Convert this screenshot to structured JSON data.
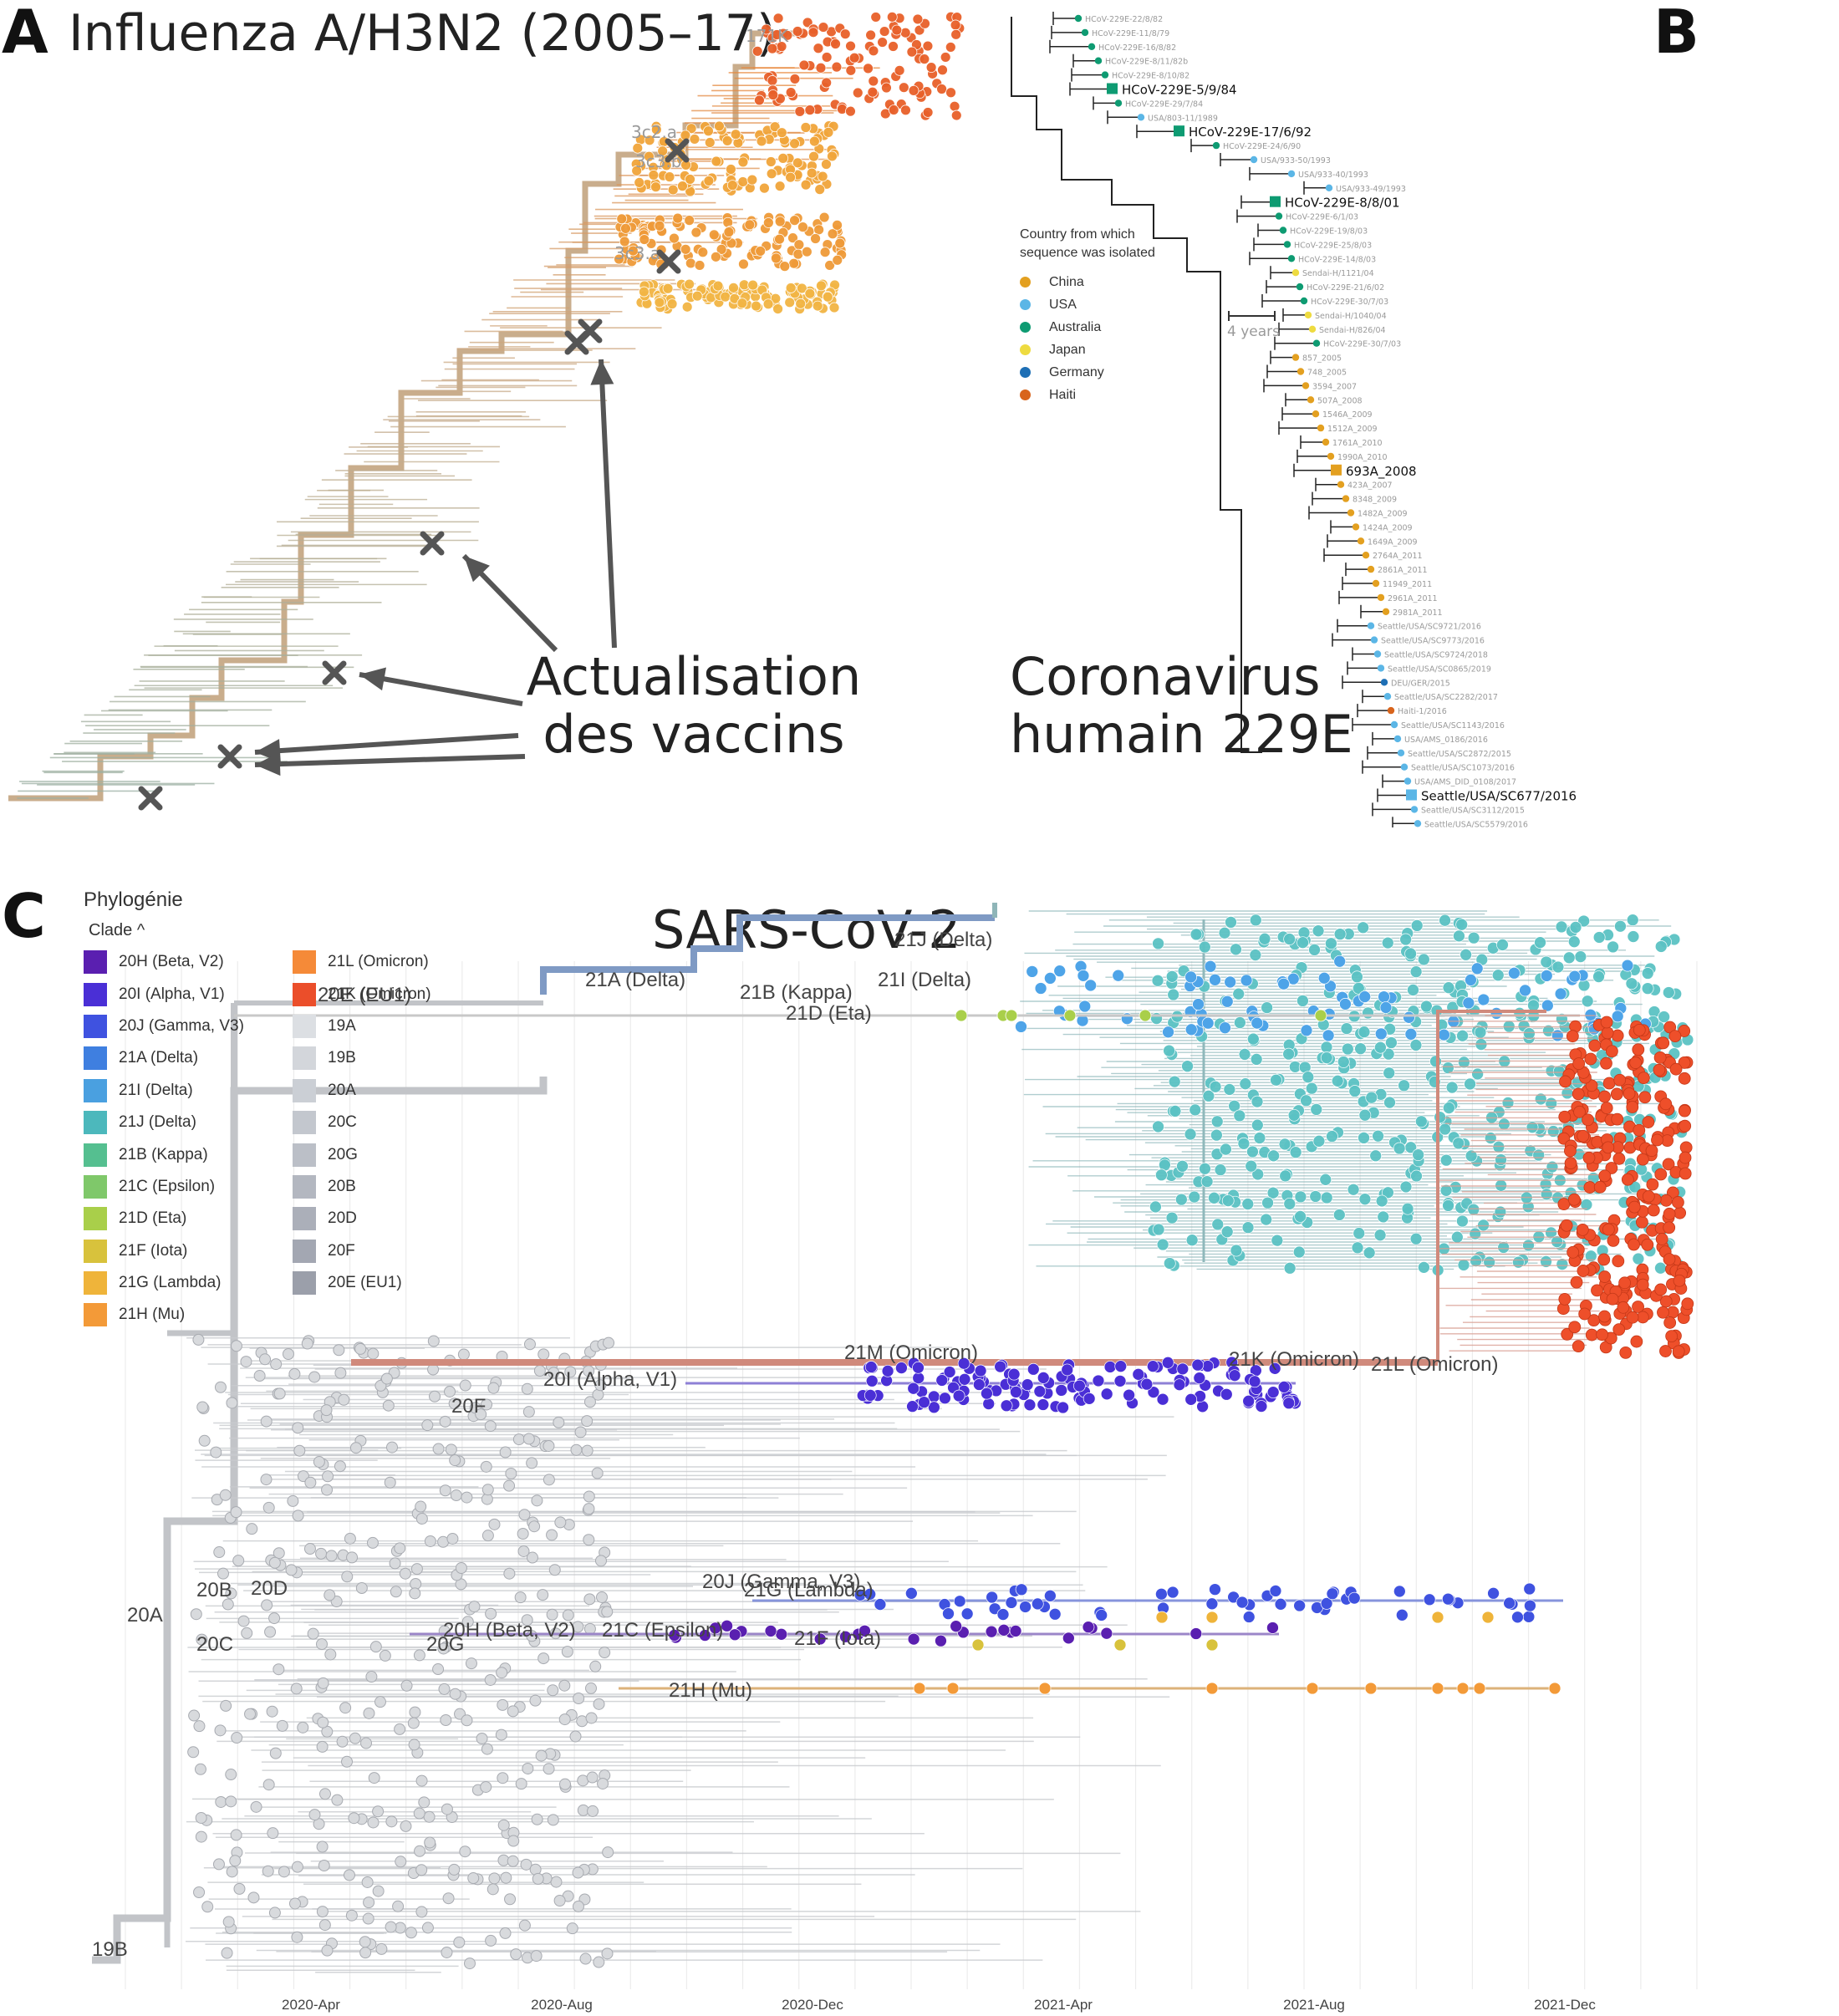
{
  "panel_a": {
    "letter": "A",
    "title": "Influenza A/H3N2 (2005–17)",
    "labels": [
      {
        "text": "171K"
      },
      {
        "text": "3c2.a"
      },
      {
        "text": "3c3.b"
      },
      {
        "text": "3c3.a"
      }
    ],
    "annotation": "Actualisation des vaccins",
    "annotation_lines": [
      "Actualisation",
      "des vaccins"
    ],
    "colors": {
      "trunk": "#c9ad8c",
      "early": "#9ab0a3",
      "late": "#e8873a",
      "tips": "#f2a83c",
      "marker": "#555555"
    }
  },
  "panel_b": {
    "letter": "B",
    "title": "Coronavirus humain 229E",
    "title_lines": [
      "Coronavirus",
      "humain 229E"
    ],
    "legend": {
      "header_lines": [
        "Country from which",
        "sequence was isolated"
      ],
      "items": [
        {
          "label": "China",
          "color": "#e3a020"
        },
        {
          "label": "USA",
          "color": "#5bb6e6"
        },
        {
          "label": "Australia",
          "color": "#0e9b72"
        },
        {
          "label": "Japan",
          "color": "#eedb40"
        },
        {
          "label": "Germany",
          "color": "#1e6fb5"
        },
        {
          "label": "Haiti",
          "color": "#d8641c"
        }
      ]
    },
    "scale_label": "4 years",
    "tips": [
      {
        "label": "HCoV-229E-22/8/82",
        "country": "Australia",
        "highlight": false
      },
      {
        "label": "HCoV-229E-11/8/79",
        "country": "Australia",
        "highlight": false
      },
      {
        "label": "HCoV-229E-16/8/82",
        "country": "Australia",
        "highlight": false
      },
      {
        "label": "HCoV-229E-8/11/82b",
        "country": "Australia",
        "highlight": false
      },
      {
        "label": "HCoV-229E-8/10/82",
        "country": "Australia",
        "highlight": false
      },
      {
        "label": "HCoV-229E-5/9/84",
        "country": "Australia",
        "highlight": true
      },
      {
        "label": "HCoV-229E-29/7/84",
        "country": "Australia",
        "highlight": false
      },
      {
        "label": "USA/803-11/1989",
        "country": "USA",
        "highlight": false
      },
      {
        "label": "HCoV-229E-17/6/92",
        "country": "Australia",
        "highlight": true
      },
      {
        "label": "HCoV-229E-24/6/90",
        "country": "Australia",
        "highlight": false
      },
      {
        "label": "USA/933-50/1993",
        "country": "USA",
        "highlight": false
      },
      {
        "label": "USA/933-40/1993",
        "country": "USA",
        "highlight": false
      },
      {
        "label": "USA/933-49/1993",
        "country": "USA",
        "highlight": false
      },
      {
        "label": "HCoV-229E-8/8/01",
        "country": "Australia",
        "highlight": true
      },
      {
        "label": "HCoV-229E-6/1/03",
        "country": "Australia",
        "highlight": false
      },
      {
        "label": "HCoV-229E-19/8/03",
        "country": "Australia",
        "highlight": false
      },
      {
        "label": "HCoV-229E-25/8/03",
        "country": "Australia",
        "highlight": false
      },
      {
        "label": "HCoV-229E-14/8/03",
        "country": "Australia",
        "highlight": false
      },
      {
        "label": "Sendai-H/1121/04",
        "country": "Japan",
        "highlight": false
      },
      {
        "label": "HCoV-229E-21/6/02",
        "country": "Australia",
        "highlight": false
      },
      {
        "label": "HCoV-229E-30/7/03",
        "country": "Australia",
        "highlight": false
      },
      {
        "label": "Sendai-H/1040/04",
        "country": "Japan",
        "highlight": false
      },
      {
        "label": "Sendai-H/826/04",
        "country": "Japan",
        "highlight": false
      },
      {
        "label": "HCoV-229E-30/7/03",
        "country": "Australia",
        "highlight": false
      },
      {
        "label": "857_2005",
        "country": "China",
        "highlight": false
      },
      {
        "label": "748_2005",
        "country": "China",
        "highlight": false
      },
      {
        "label": "3594_2007",
        "country": "China",
        "highlight": false
      },
      {
        "label": "507A_2008",
        "country": "China",
        "highlight": false
      },
      {
        "label": "1546A_2009",
        "country": "China",
        "highlight": false
      },
      {
        "label": "1512A_2009",
        "country": "China",
        "highlight": false
      },
      {
        "label": "1761A_2010",
        "country": "China",
        "highlight": false
      },
      {
        "label": "1990A_2010",
        "country": "China",
        "highlight": false
      },
      {
        "label": "693A_2008",
        "country": "China",
        "highlight": true
      },
      {
        "label": "423A_2007",
        "country": "China",
        "highlight": false
      },
      {
        "label": "8348_2009",
        "country": "China",
        "highlight": false
      },
      {
        "label": "1482A_2009",
        "country": "China",
        "highlight": false
      },
      {
        "label": "1424A_2009",
        "country": "China",
        "highlight": false
      },
      {
        "label": "1649A_2009",
        "country": "China",
        "highlight": false
      },
      {
        "label": "2764A_2011",
        "country": "China",
        "highlight": false
      },
      {
        "label": "2861A_2011",
        "country": "China",
        "highlight": false
      },
      {
        "label": "11949_2011",
        "country": "China",
        "highlight": false
      },
      {
        "label": "2961A_2011",
        "country": "China",
        "highlight": false
      },
      {
        "label": "2981A_2011",
        "country": "China",
        "highlight": false
      },
      {
        "label": "Seattle/USA/SC9721/2016",
        "country": "USA",
        "highlight": false
      },
      {
        "label": "Seattle/USA/SC9773/2016",
        "country": "USA",
        "highlight": false
      },
      {
        "label": "Seattle/USA/SC9724/2018",
        "country": "USA",
        "highlight": false
      },
      {
        "label": "Seattle/USA/SC0865/2019",
        "country": "USA",
        "highlight": false
      },
      {
        "label": "DEU/GER/2015",
        "country": "Germany",
        "highlight": false
      },
      {
        "label": "Seattle/USA/SC2282/2017",
        "country": "USA",
        "highlight": false
      },
      {
        "label": "Haiti-1/2016",
        "country": "Haiti",
        "highlight": false
      },
      {
        "label": "Seattle/USA/SC1143/2016",
        "country": "USA",
        "highlight": false
      },
      {
        "label": "USA/AMS_0186/2016",
        "country": "USA",
        "highlight": false
      },
      {
        "label": "Seattle/USA/SC2872/2015",
        "country": "USA",
        "highlight": false
      },
      {
        "label": "Seattle/USA/SC1073/2016",
        "country": "USA",
        "highlight": false
      },
      {
        "label": "USA/AMS_DID_0108/2017",
        "country": "USA",
        "highlight": false
      },
      {
        "label": "Seattle/USA/SC677/2016",
        "country": "USA",
        "highlight": true
      },
      {
        "label": "Seattle/USA/SC3112/2015",
        "country": "USA",
        "highlight": false
      },
      {
        "label": "Seattle/USA/SC5579/2016",
        "country": "USA",
        "highlight": false
      }
    ]
  },
  "panel_c": {
    "letter": "C",
    "title": "SARS-CoV-2",
    "legend": {
      "header": "Phylogénie",
      "subheader": "Clade ^",
      "col1": [
        {
          "label": "20H (Beta, V2)",
          "color": "#5a1fb0"
        },
        {
          "label": "20I (Alpha, V1)",
          "color": "#4a2fd6"
        },
        {
          "label": "20J (Gamma, V3)",
          "color": "#3f52e0"
        },
        {
          "label": "21A (Delta)",
          "color": "#3f7fe0"
        },
        {
          "label": "21I (Delta)",
          "color": "#4aa0e0"
        },
        {
          "label": "21J (Delta)",
          "color": "#4cb8bc"
        },
        {
          "label": "21B (Kappa)",
          "color": "#55bf90"
        },
        {
          "label": "21C (Epsilon)",
          "color": "#7fc86a"
        },
        {
          "label": "21D (Eta)",
          "color": "#a9cf4a"
        },
        {
          "label": "21F (Iota)",
          "color": "#d8c23c"
        },
        {
          "label": "21G (Lambda)",
          "color": "#efb43a"
        },
        {
          "label": "21H (Mu)",
          "color": "#f39a38"
        }
      ],
      "col2": [
        {
          "label": "21L (Omicron)",
          "color": "#f58a38"
        },
        {
          "label": "21K (Omicron)",
          "color": "#eb4e2a"
        },
        {
          "label": "19A",
          "color": "#dcdfe3"
        },
        {
          "label": "19B",
          "color": "#d3d6db"
        },
        {
          "label": "20A",
          "color": "#cbcfd5"
        },
        {
          "label": "20C",
          "color": "#c3c7ce"
        },
        {
          "label": "20G",
          "color": "#bbbfc7"
        },
        {
          "label": "20B",
          "color": "#b3b7c0"
        },
        {
          "label": "20D",
          "color": "#abafb9"
        },
        {
          "label": "20F",
          "color": "#a3a7b2"
        },
        {
          "label": "20E (EU1)",
          "color": "#9b9faa"
        }
      ]
    },
    "axis": {
      "ticks": [
        "2020-Apr",
        "2020-Aug",
        "2020-Dec",
        "2021-Apr",
        "2021-Aug",
        "2021-Dec"
      ]
    },
    "clade_labels": [
      {
        "text": "21J (Delta)"
      },
      {
        "text": "21A (Delta)"
      },
      {
        "text": "21I (Delta)"
      },
      {
        "text": "20E (EU1)"
      },
      {
        "text": "21B (Kappa)"
      },
      {
        "text": "21D (Eta)"
      },
      {
        "text": "21M (Omicron)"
      },
      {
        "text": "21K (Omicron)"
      },
      {
        "text": "21L (Omicron)"
      },
      {
        "text": "20I (Alpha, V1)"
      },
      {
        "text": "20F"
      },
      {
        "text": "20J (Gamma, V3)"
      },
      {
        "text": "21G (Lambda)"
      },
      {
        "text": "20D"
      },
      {
        "text": "20B"
      },
      {
        "text": "20A"
      },
      {
        "text": "20H (Beta, V2)"
      },
      {
        "text": "21C (Epsilon)"
      },
      {
        "text": "21F (Iota)"
      },
      {
        "text": "20C"
      },
      {
        "text": "20G"
      },
      {
        "text": "21H (Mu)"
      },
      {
        "text": "19B"
      }
    ]
  }
}
